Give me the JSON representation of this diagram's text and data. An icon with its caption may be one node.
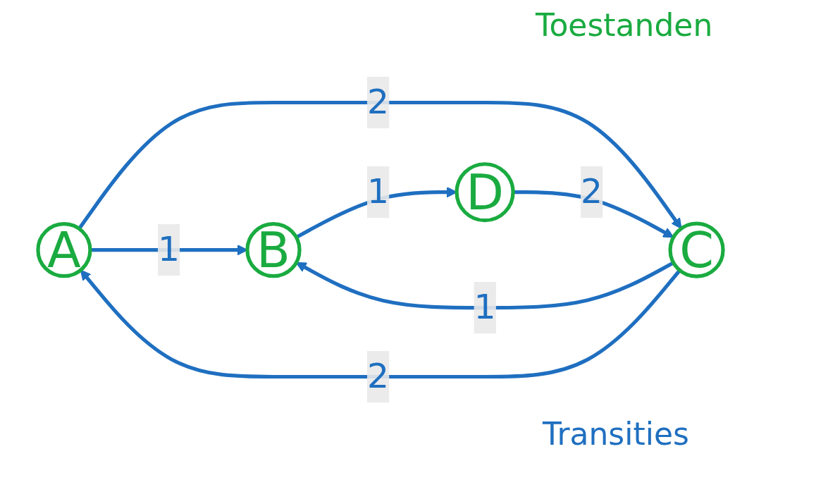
{
  "diagram": {
    "nodes": [
      {
        "text": [
          "A"
        ]
      },
      {
        "text": [
          "B"
        ]
      },
      {
        "text": [
          "C"
        ]
      },
      {
        "text": [
          "D"
        ]
      }
    ],
    "edges": [
      {
        "from": 0,
        "to": 1,
        "label": "1",
        "arrow": "to"
      },
      {
        "from": 1,
        "to": 3,
        "label": "1",
        "arrow": "to"
      },
      {
        "from": 2,
        "to": 1,
        "label": "1",
        "arrow": "to"
      },
      {
        "from": 2,
        "to": 0,
        "label": "2",
        "arrow": "to"
      },
      {
        "from": 0,
        "to": 2,
        "label": "2",
        "arrow": "to"
      },
      {
        "from": 3,
        "to": 2,
        "label": "2",
        "arrow": "to"
      }
    ],
    "labels": [
      "Toestanden",
      "Transities"
    ]
  }
}
